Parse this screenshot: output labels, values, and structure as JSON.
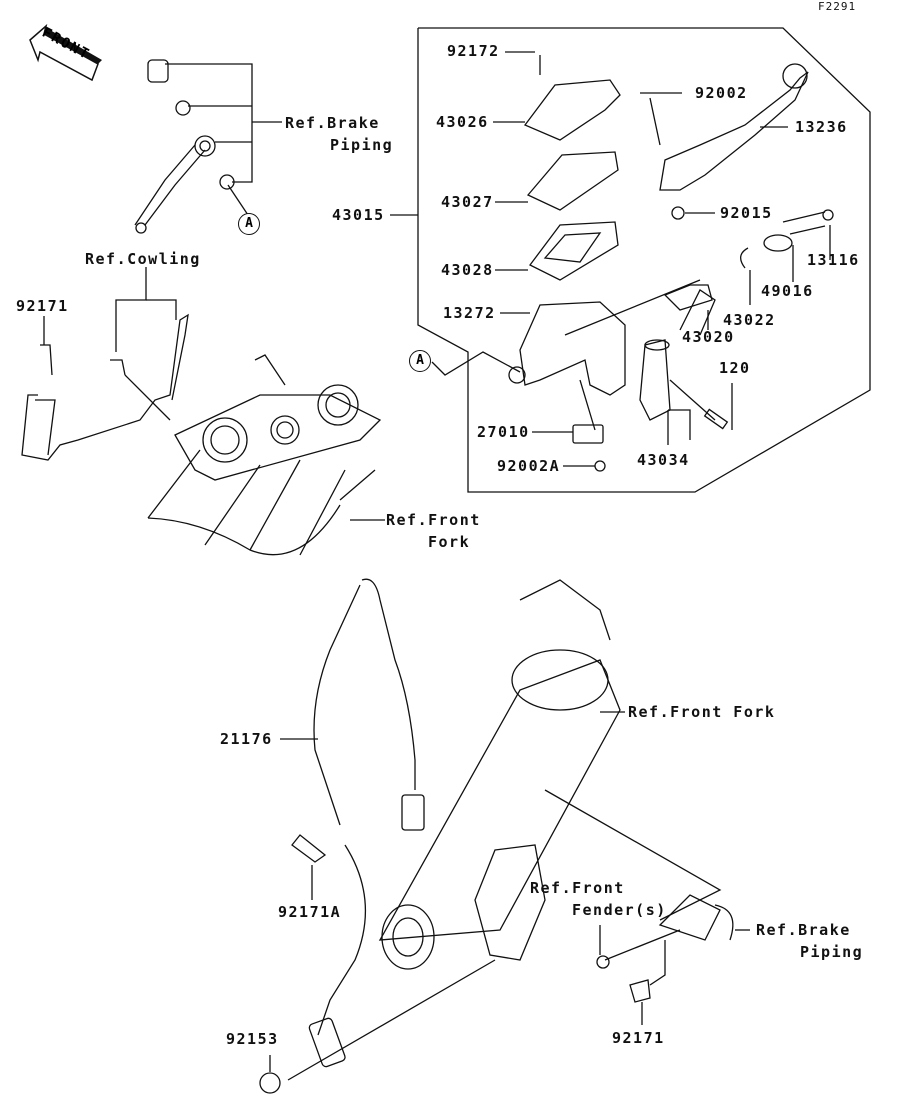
{
  "figure_id": "F2291",
  "front_indicator": "FRONT",
  "callout_letter": "A",
  "refs": {
    "brake_piping_top": [
      "Ref.Brake",
      "Piping"
    ],
    "cowling": "Ref.Cowling",
    "front_fork_top": [
      "Ref.Front",
      "Fork"
    ],
    "front_fork_mid": "Ref.Front Fork",
    "front_fender": [
      "Ref.Front",
      "Fender(s)"
    ],
    "brake_piping_bottom": [
      "Ref.Brake",
      "Piping"
    ]
  },
  "parts": {
    "p92172": "92172",
    "p43026": "43026",
    "p43027": "43027",
    "p43028": "43028",
    "p43015": "43015",
    "p13272": "13272",
    "p27010": "27010",
    "p92002A": "92002A",
    "p92002": "92002",
    "p13236": "13236",
    "p92015": "92015",
    "p13116": "13116",
    "p49016": "49016",
    "p43022": "43022",
    "p43020": "43020",
    "p120": "120",
    "p43034": "43034",
    "p92171_top": "92171",
    "p21176": "21176",
    "p92171A": "92171A",
    "p92153": "92153",
    "p92171_bottom": "92171"
  }
}
